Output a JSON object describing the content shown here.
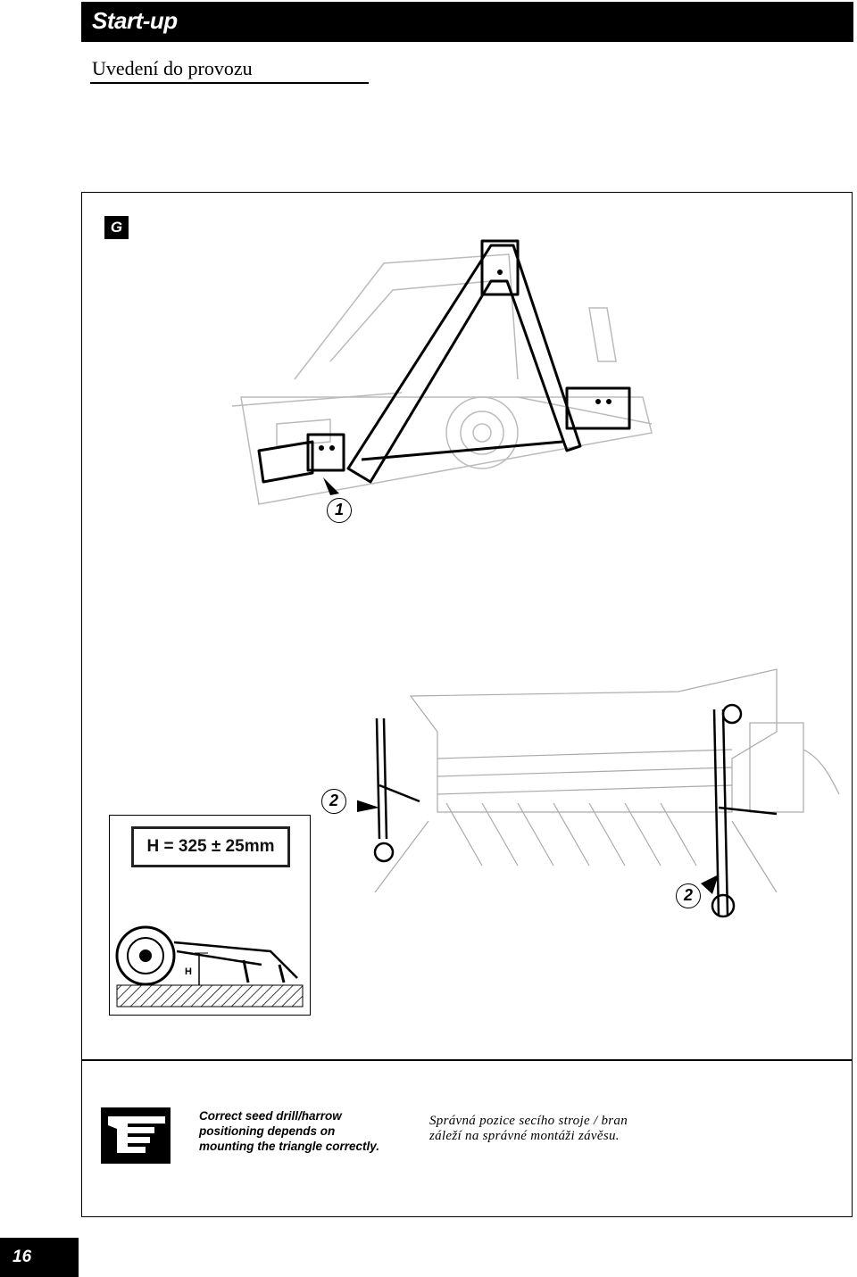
{
  "header": {
    "title": "Start-up"
  },
  "subtitle": "Uvedení do provozu",
  "figure": {
    "label": "G",
    "callouts": [
      "1",
      "2",
      "2"
    ],
    "inset_formula": "H = 325 ± 25mm",
    "inset_dimension_label": "H"
  },
  "note": {
    "icon": "pointing-hand-icon",
    "english": "Correct seed drill/harrow positioning depends on mounting the triangle correctly.",
    "czech": "Správná pozice secího stroje / bran záleží na správné montáži závěsu."
  },
  "page_number": "16"
}
